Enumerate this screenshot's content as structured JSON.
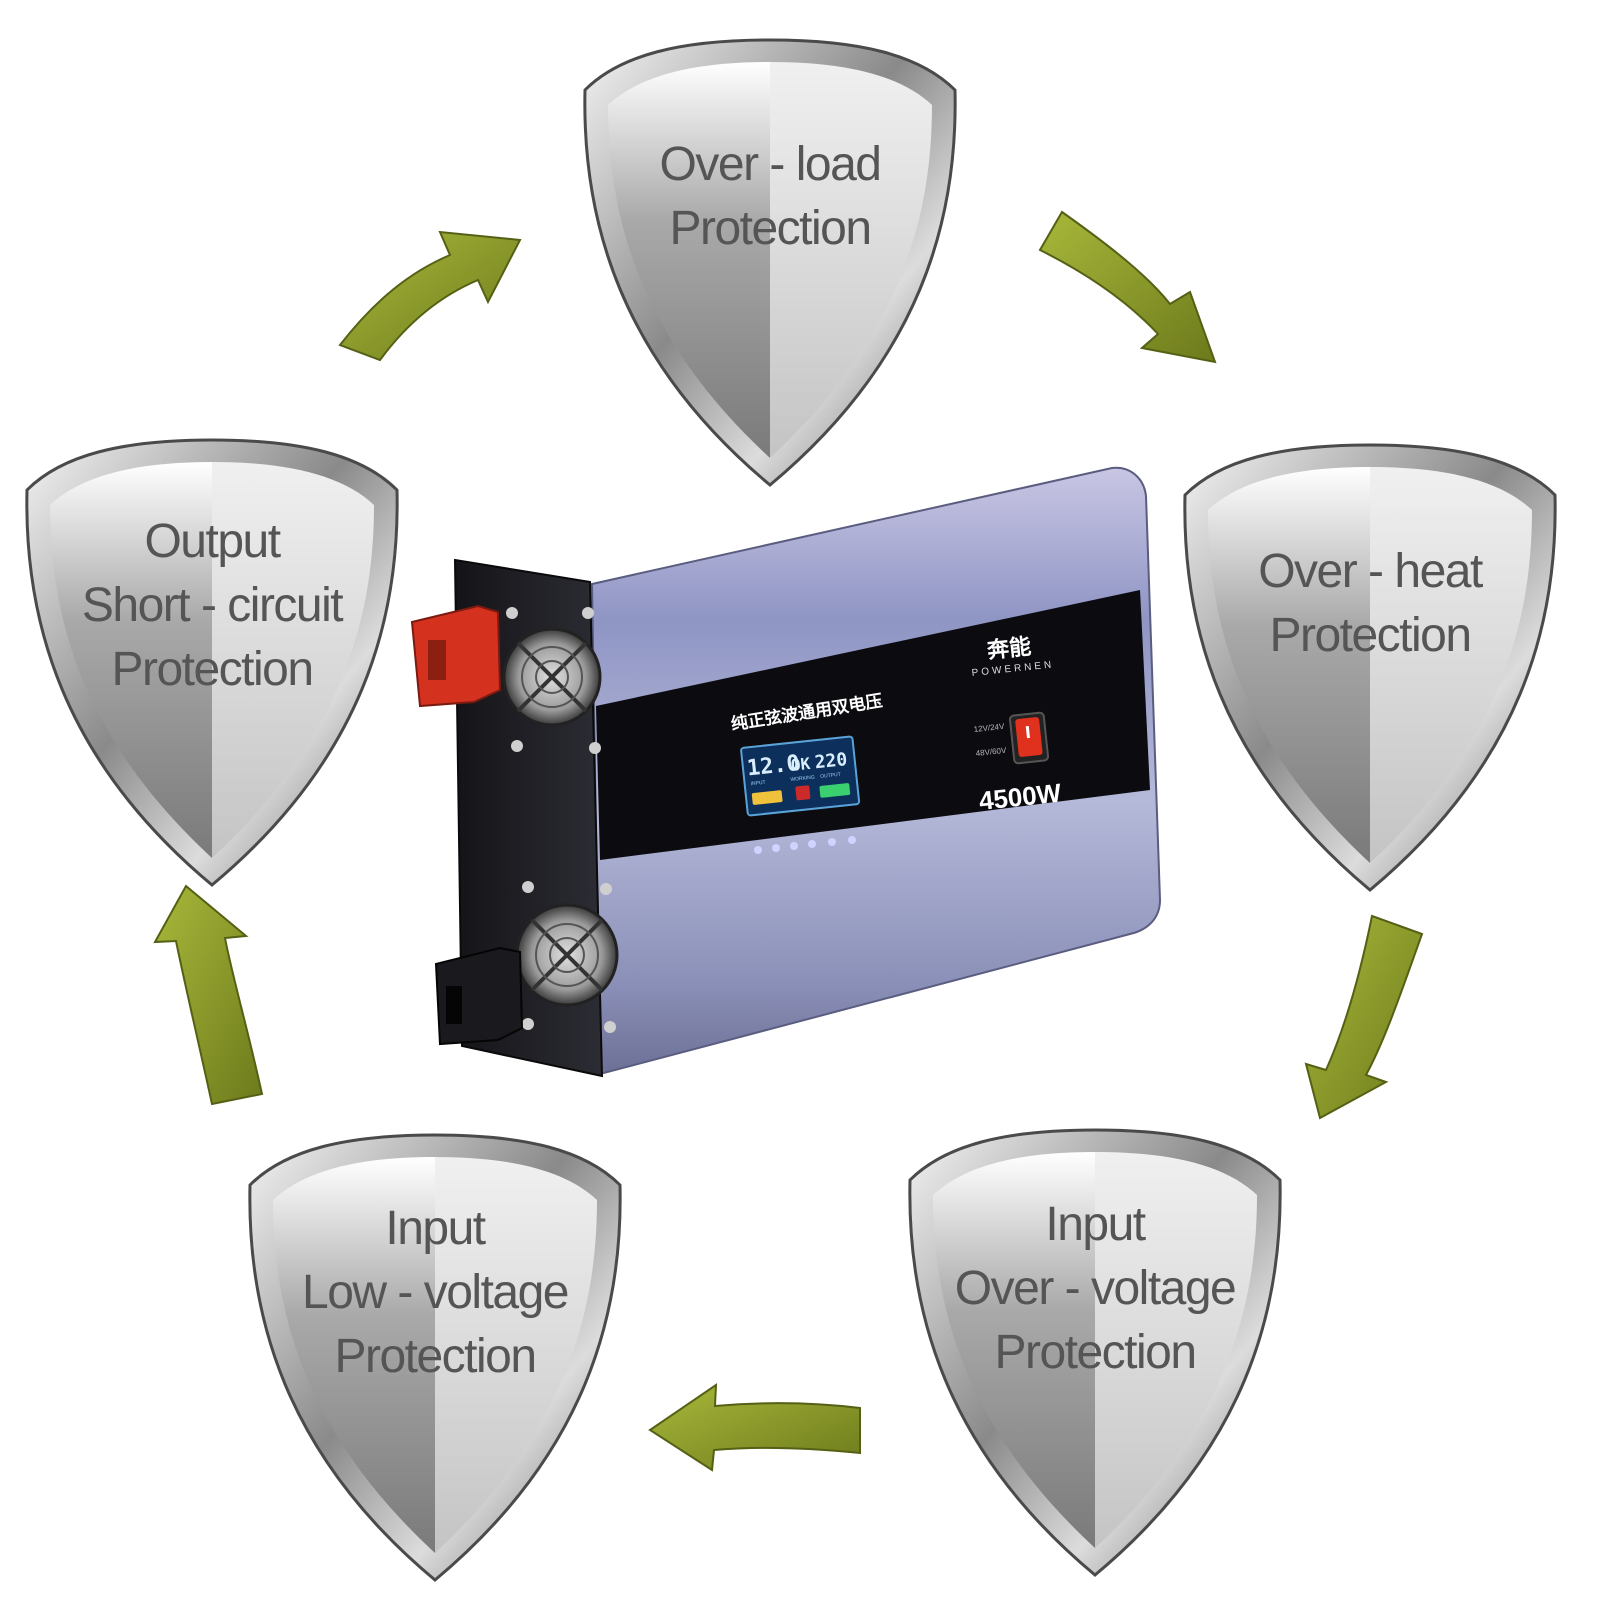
{
  "shields": [
    {
      "id": "overload",
      "lines": [
        "Over - load",
        "Protection"
      ]
    },
    {
      "id": "overheat",
      "lines": [
        "Over - heat",
        "Protection"
      ]
    },
    {
      "id": "input-overvoltage",
      "lines": [
        "Input",
        "Over - voltage",
        "Protection"
      ]
    },
    {
      "id": "input-lowvoltage",
      "lines": [
        "Input",
        "Low - voltage",
        "Protection"
      ]
    },
    {
      "id": "output-short",
      "lines": [
        "Output",
        "Short - circuit",
        "Protection"
      ]
    }
  ],
  "inverter": {
    "panel_title": "纯正弦波通用双电压",
    "brand_cn": "奔能",
    "brand_en": "POWERNEN",
    "rating": "4500W",
    "mode_a": "12V/24V",
    "mode_b": "48V/60V",
    "lcd_input": "12.0",
    "lcd_status": "OK",
    "lcd_output": "220",
    "lcd_input_label": "INPUT",
    "lcd_status_label": "WORKING",
    "lcd_output_label": "OUTPUT"
  },
  "colors": {
    "arrow": "#8b9a2a",
    "shield_text": "#555555",
    "body_metal": "#9ea4c8",
    "panel_black": "#0b0b10",
    "terminal_red": "#d4321f"
  }
}
